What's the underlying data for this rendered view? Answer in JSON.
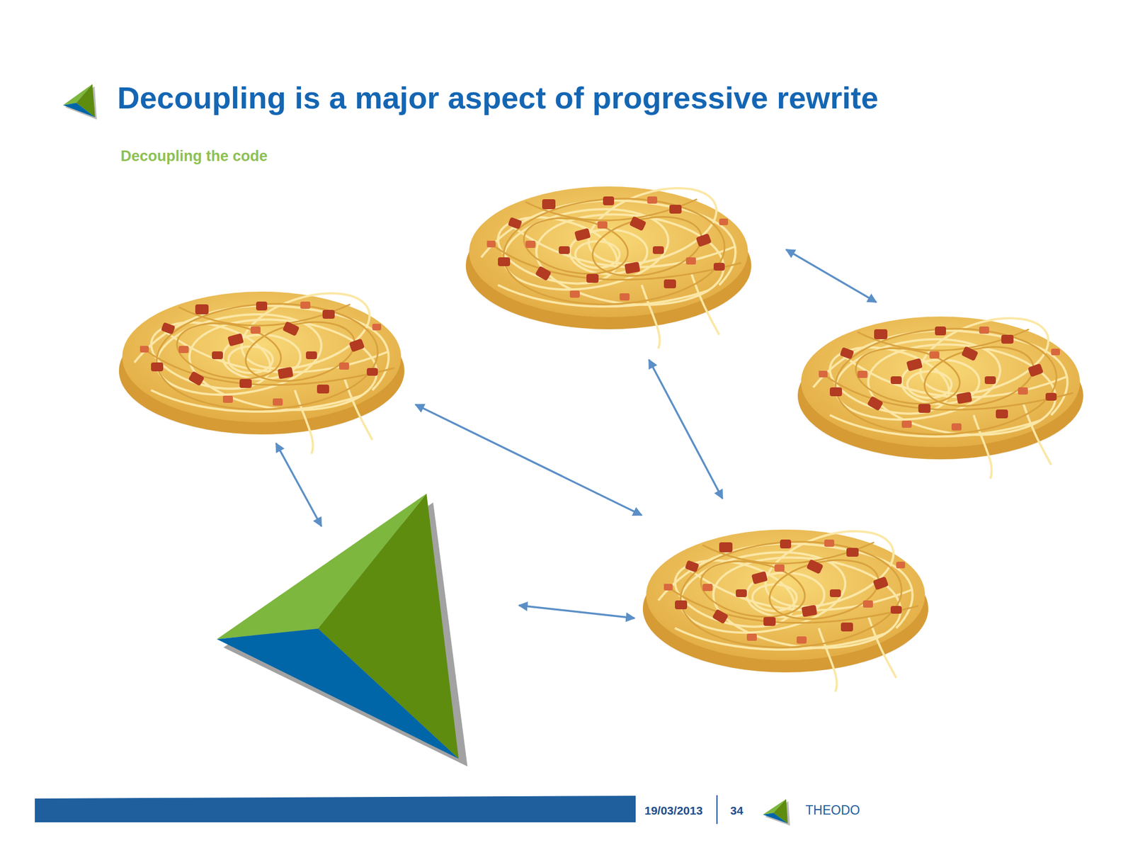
{
  "diagram": {
    "title": "Decoupling is a major aspect of progressive rewrite",
    "labels": [
      "Decoupling the code",
      "19/03/2013",
      "34",
      "THEODO"
    ]
  }
}
